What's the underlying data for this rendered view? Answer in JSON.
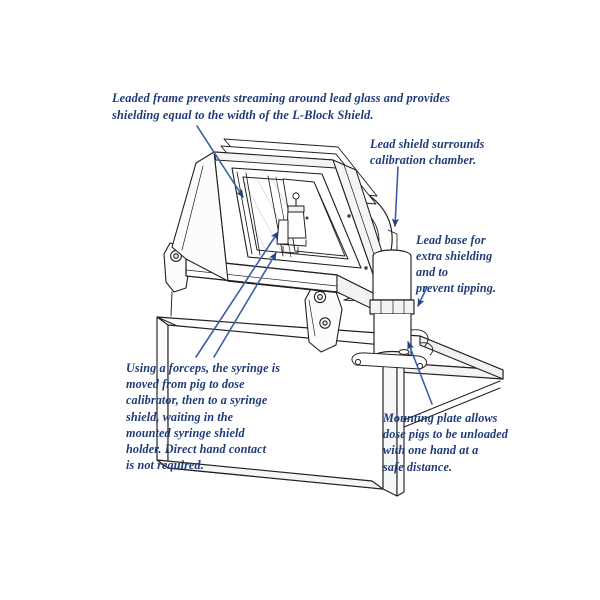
{
  "figure": {
    "title": "L-Block Shield with leaded glass window, calibration chamber shield and mounting plate",
    "background_color": "#ffffff",
    "line_color": "#231f20",
    "annotation_color": "#1f3a7a",
    "leader_color": "#3a5fa8",
    "arrowhead_color": "#23417f"
  },
  "callouts": {
    "leaded_frame": {
      "text": "Leaded frame prevents streaming around lead glass and provides\nshielding equal to the width of the L-Block Shield."
    },
    "lead_shield": {
      "text": "Lead shield surrounds\ncalibration chamber."
    },
    "lead_base": {
      "text": "Lead base for\nextra shielding\nand to\nprevent tipping."
    },
    "forceps": {
      "text": "Using a forceps, the syringe is\nmoved from pig to dose\ncalibrator, then to a syringe\nshield, waiting in the\nmounted syringe shield\nholder. Direct hand contact\nis not required."
    },
    "mounting_plate": {
      "text": "Mounting plate allows\ndose pigs to be unloaded\nwith one hand at a\nsafe distance."
    }
  }
}
